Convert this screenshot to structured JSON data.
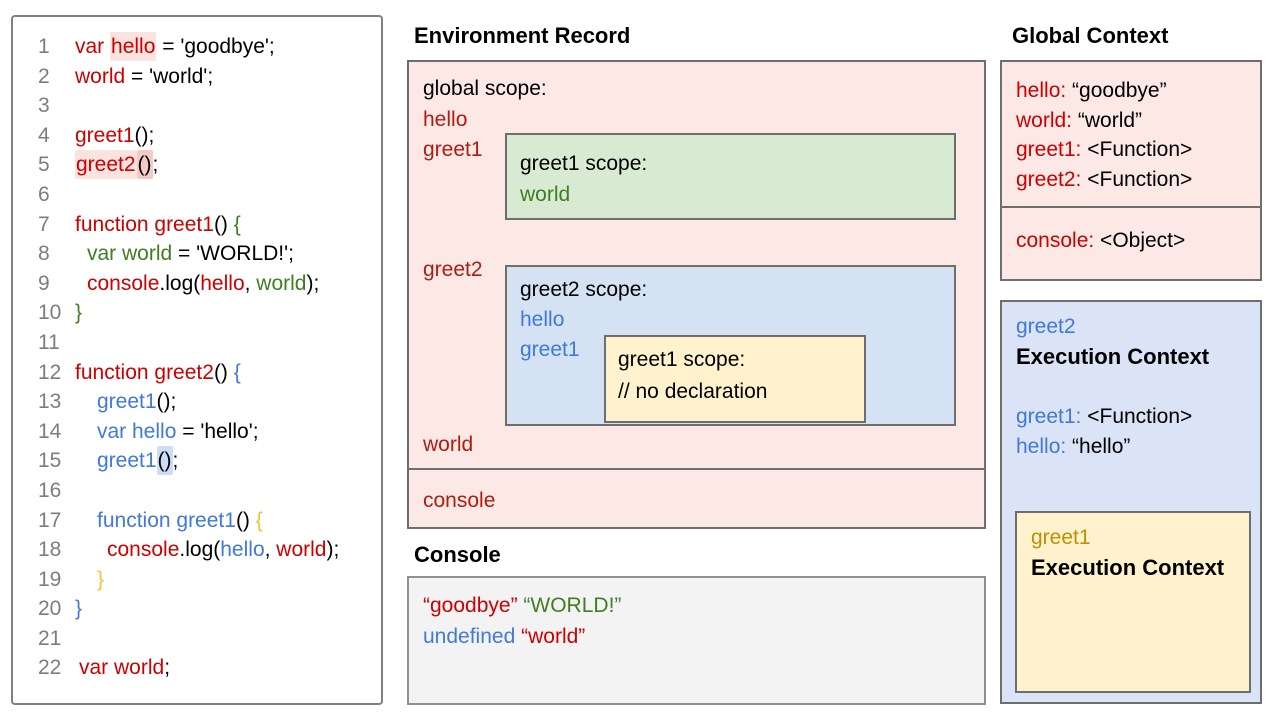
{
  "colors": {
    "red": "#cc0000",
    "record_red": "#b01b12",
    "green": "#3f7d22",
    "blue": "#4079d8",
    "gold": "#f1c232",
    "gold_dark": "#bf9000",
    "black": "#000000",
    "line_number": "#7d7d7d",
    "bg_pink": "#fce9e6",
    "bg_green": "#d9ead3",
    "bg_blue_mid": "#d5e2f4",
    "bg_blue_right": "#dbe4f6",
    "bg_yellow": "#fff2cc",
    "bg_gray": "#f3f3f3",
    "border_main": "#6e6e6e",
    "border_code": "#808080",
    "border_gray": "#909090"
  },
  "highlights": {
    "pink": "#f5cac5",
    "pink_soft": "#fbe3df",
    "blue": "#cdddf6"
  },
  "code_panel": {
    "lines": [
      {
        "num": "1",
        "indent": 0,
        "segs": [
          {
            "t": "var ",
            "c": "red"
          },
          {
            "t": "hello",
            "c": "red",
            "hl": "pink_soft"
          },
          {
            "t": " = 'goodbye';",
            "c": "black"
          }
        ]
      },
      {
        "num": "2",
        "indent": 0,
        "segs": [
          {
            "t": "world",
            "c": "red"
          },
          {
            "t": " = 'world';",
            "c": "black"
          }
        ]
      },
      {
        "num": "3",
        "indent": 0,
        "segs": []
      },
      {
        "num": "4",
        "indent": 0,
        "segs": [
          {
            "t": "greet1",
            "c": "red"
          },
          {
            "t": "();",
            "c": "black"
          }
        ]
      },
      {
        "num": "5",
        "indent": 0,
        "segs": [
          {
            "t": "greet2",
            "c": "red",
            "hl": "pink_soft"
          },
          {
            "t": "()",
            "c": "black",
            "hl": "pink"
          },
          {
            "t": ";",
            "c": "black"
          }
        ]
      },
      {
        "num": "6",
        "indent": 0,
        "segs": []
      },
      {
        "num": "7",
        "indent": 0,
        "segs": [
          {
            "t": "function greet1",
            "c": "red"
          },
          {
            "t": "() ",
            "c": "black"
          },
          {
            "t": "{",
            "c": "green"
          }
        ]
      },
      {
        "num": "8",
        "indent": 12,
        "segs": [
          {
            "t": "var world",
            "c": "green"
          },
          {
            "t": " = 'WORLD!';",
            "c": "black"
          }
        ]
      },
      {
        "num": "9",
        "indent": 12,
        "segs": [
          {
            "t": "console",
            "c": "red"
          },
          {
            "t": ".log(",
            "c": "black"
          },
          {
            "t": "hello",
            "c": "red"
          },
          {
            "t": ", ",
            "c": "black"
          },
          {
            "t": "world",
            "c": "green"
          },
          {
            "t": ");",
            "c": "black"
          }
        ]
      },
      {
        "num": "10",
        "indent": 0,
        "segs": [
          {
            "t": "}",
            "c": "green"
          }
        ]
      },
      {
        "num": "11",
        "indent": 0,
        "segs": []
      },
      {
        "num": "12",
        "indent": 0,
        "segs": [
          {
            "t": "function greet2",
            "c": "red"
          },
          {
            "t": "() ",
            "c": "black"
          },
          {
            "t": "{",
            "c": "blue"
          }
        ]
      },
      {
        "num": "13",
        "indent": 22,
        "segs": [
          {
            "t": "greet1",
            "c": "blue"
          },
          {
            "t": "();",
            "c": "black"
          }
        ]
      },
      {
        "num": "14",
        "indent": 22,
        "segs": [
          {
            "t": "var hello",
            "c": "blue"
          },
          {
            "t": " = 'hello';",
            "c": "black"
          }
        ]
      },
      {
        "num": "15",
        "indent": 22,
        "segs": [
          {
            "t": "greet1",
            "c": "blue"
          },
          {
            "t": "()",
            "c": "black",
            "hl": "blue"
          },
          {
            "t": ";",
            "c": "black"
          }
        ]
      },
      {
        "num": "16",
        "indent": 0,
        "segs": []
      },
      {
        "num": "17",
        "indent": 22,
        "segs": [
          {
            "t": "function greet1",
            "c": "blue"
          },
          {
            "t": "() ",
            "c": "black"
          },
          {
            "t": "{",
            "c": "gold"
          }
        ]
      },
      {
        "num": "18",
        "indent": 32,
        "segs": [
          {
            "t": "console",
            "c": "red"
          },
          {
            "t": ".log(",
            "c": "black"
          },
          {
            "t": "hello",
            "c": "blue"
          },
          {
            "t": ", ",
            "c": "black"
          },
          {
            "t": "world",
            "c": "red"
          },
          {
            "t": ");",
            "c": "black"
          }
        ]
      },
      {
        "num": "19",
        "indent": 22,
        "segs": [
          {
            "t": "}",
            "c": "gold"
          }
        ]
      },
      {
        "num": "20",
        "indent": 0,
        "segs": [
          {
            "t": "}",
            "c": "blue"
          }
        ]
      },
      {
        "num": "21",
        "indent": 0,
        "segs": []
      },
      {
        "num": "22",
        "indent": 4,
        "segs": [
          {
            "t": "var world",
            "c": "red"
          },
          {
            "t": ";",
            "c": "black"
          }
        ]
      }
    ]
  },
  "environment_record": {
    "title": "Environment Record",
    "global_label": "global scope:",
    "var_hello": "hello",
    "var_greet1": "greet1",
    "var_greet2": "greet2",
    "var_world": "world",
    "var_console": "console",
    "greet1_scope": {
      "label": "greet1 scope:",
      "var_world": "world"
    },
    "greet2_scope": {
      "label": "greet2 scope:",
      "var_hello": "hello",
      "var_greet1": "greet1",
      "greet1_scope": {
        "label": "greet1 scope:",
        "comment": "// no declaration"
      }
    }
  },
  "console_panel": {
    "title": "Console",
    "lines": [
      [
        {
          "t": "“goodbye”",
          "c": "red"
        },
        {
          "t": " ",
          "c": "black"
        },
        {
          "t": "“WORLD!”",
          "c": "green"
        }
      ],
      [
        {
          "t": "undefined",
          "c": "blue"
        },
        {
          "t": " ",
          "c": "black"
        },
        {
          "t": "“world”",
          "c": "red"
        }
      ]
    ]
  },
  "global_context": {
    "title": "Global Context",
    "entries": [
      [
        {
          "t": "hello:",
          "c": "red"
        },
        {
          "t": " “goodbye”",
          "c": "black"
        }
      ],
      [
        {
          "t": "world:",
          "c": "red"
        },
        {
          "t": " “world”",
          "c": "black"
        }
      ],
      [
        {
          "t": "greet1:",
          "c": "red"
        },
        {
          "t": " <Function>",
          "c": "black"
        }
      ],
      [
        {
          "t": "greet2:",
          "c": "red"
        },
        {
          "t": " <Function>",
          "c": "black"
        }
      ]
    ],
    "console_entry": [
      [
        {
          "t": "console:",
          "c": "red"
        },
        {
          "t": " <Object>",
          "c": "black"
        }
      ]
    ]
  },
  "greet2_context": {
    "name": "greet2",
    "subtitle": "Execution Context",
    "entries": [
      [
        {
          "t": "greet1:",
          "c": "blue"
        },
        {
          "t": " <Function>",
          "c": "black"
        }
      ],
      [
        {
          "t": "hello:",
          "c": "blue"
        },
        {
          "t": " “hello”",
          "c": "black"
        }
      ]
    ],
    "inner": {
      "name": "greet1",
      "subtitle": "Execution Context"
    }
  }
}
